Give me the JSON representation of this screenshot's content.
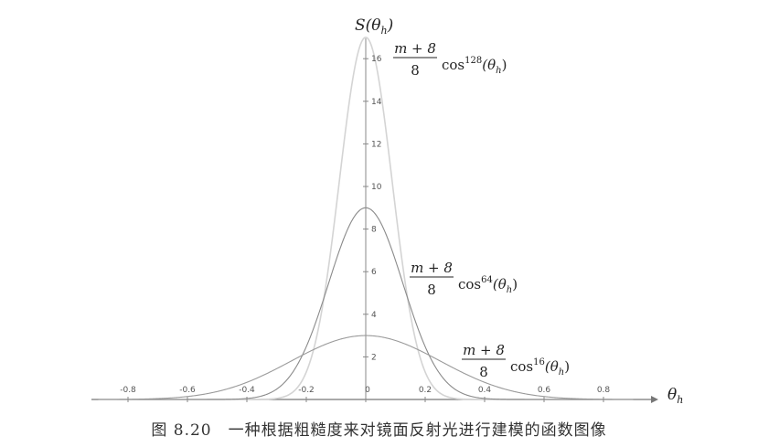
{
  "chart_data": {
    "type": "line",
    "title": "",
    "xlabel": "θh",
    "ylabel": "S(θh)",
    "xlim": [
      -0.9,
      0.9
    ],
    "ylim": [
      0,
      17
    ],
    "x_ticks": [
      -0.8,
      -0.6,
      -0.4,
      -0.2,
      0,
      0.2,
      0.4,
      0.6,
      0.8
    ],
    "x_tick_labels": [
      "-0.8",
      "-0.6",
      "-0.4",
      "-0.2",
      "0",
      "0.2",
      "0.4",
      "0.6",
      "0.8"
    ],
    "y_ticks": [
      2,
      4,
      6,
      8,
      10,
      12,
      14,
      16
    ],
    "y_tick_labels": [
      "2",
      "4",
      "6",
      "8",
      "10",
      "12",
      "14",
      "16"
    ],
    "grid": false,
    "legend": "none",
    "function": "(m + 8)/8 · cos^m(θh)",
    "series": [
      {
        "name": "m+8/8 cos^128(θh)",
        "m": 128,
        "peak": 17,
        "color": "#d4d4d4",
        "label": {
          "num": "m + 8",
          "den": "8",
          "func": "cos",
          "exp": "128",
          "arg": "(θh)"
        }
      },
      {
        "name": "m+8/8 cos^64(θh)",
        "m": 64,
        "peak": 9,
        "color": "#8a8a8a",
        "label": {
          "num": "m + 8",
          "den": "8",
          "func": "cos",
          "exp": "64",
          "arg": "(θh)"
        }
      },
      {
        "name": "m+8/8 cos^16(θh)",
        "m": 16,
        "peak": 3,
        "color": "#9a9a9a",
        "label": {
          "num": "m + 8",
          "den": "8",
          "func": "cos",
          "exp": "16",
          "arg": "(θh)"
        }
      }
    ]
  },
  "caption": "图 8.20　一种根据粗糙度来对镜面反射光进行建模的函数图像"
}
